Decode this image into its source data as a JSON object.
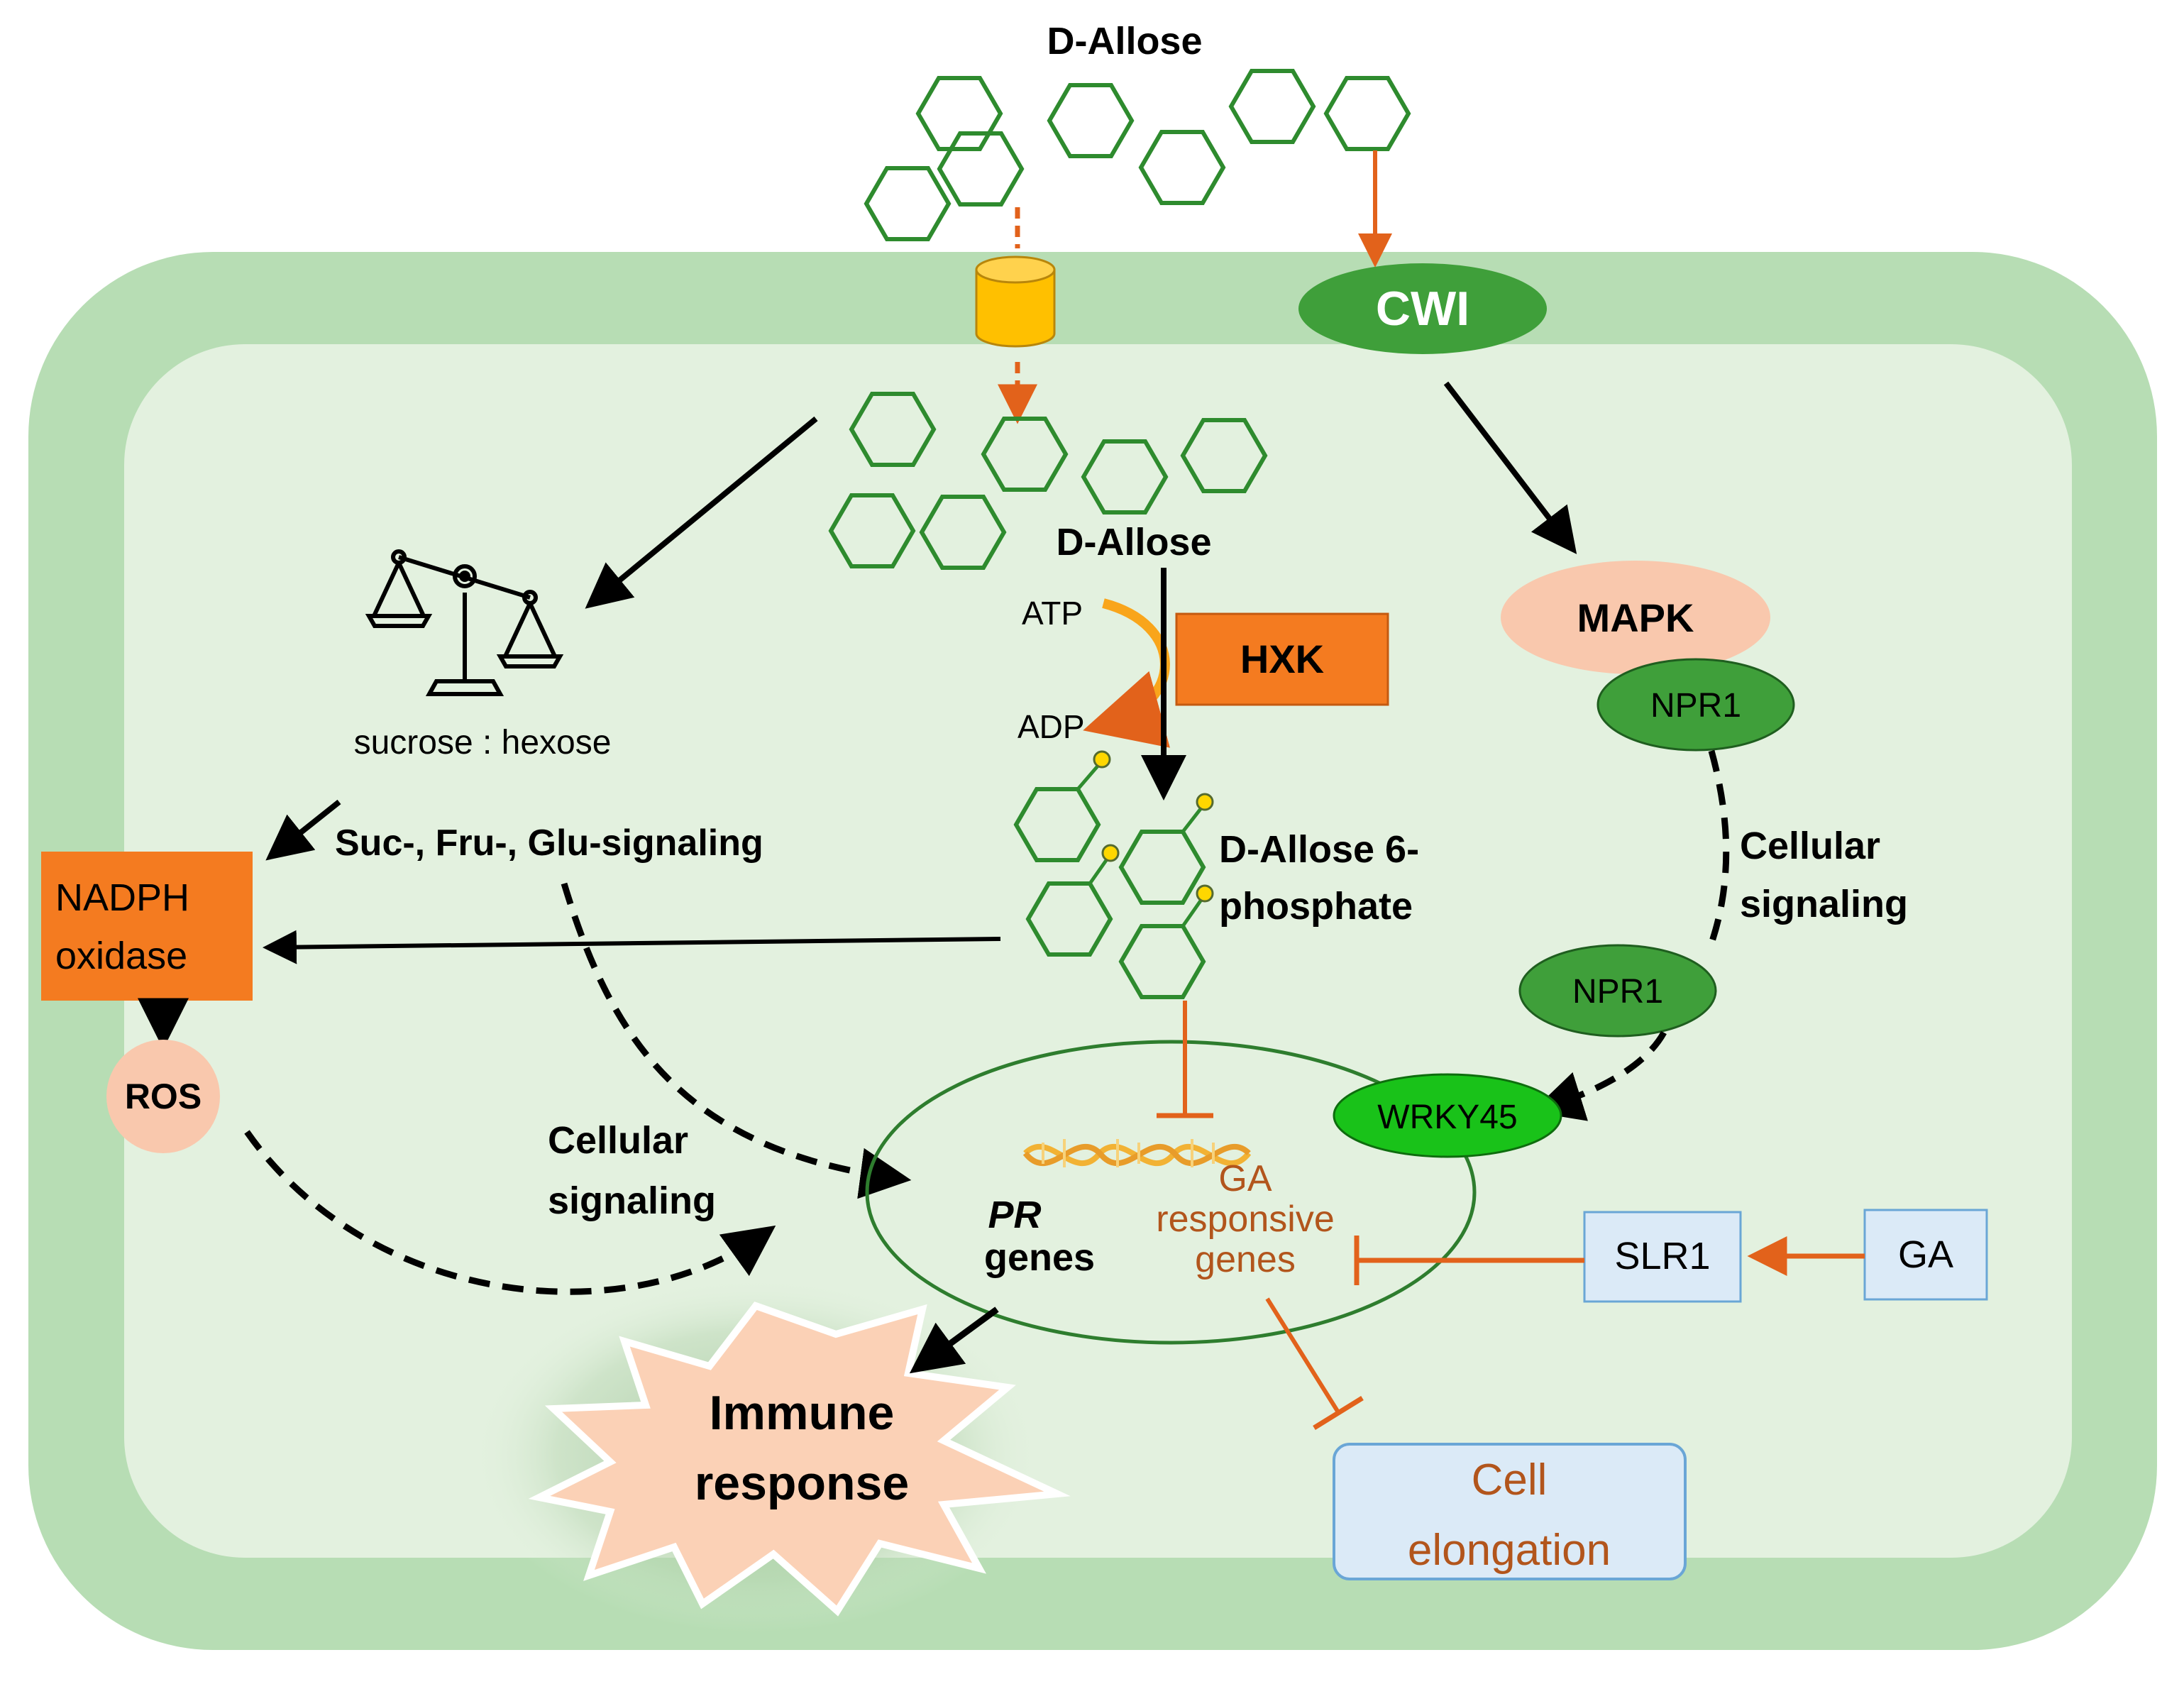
{
  "labels": {
    "d_allose_top": "D-Allose",
    "cwi": "CWI",
    "d_allose_inner": "D-Allose",
    "atp": "ATP",
    "adp": "ADP",
    "hxk": "HXK",
    "mapk": "MAPK",
    "npr1_top": "NPR1",
    "npr1_bottom": "NPR1",
    "cellular_signaling_right_1": "Cellular",
    "cellular_signaling_right_2": "signaling",
    "sucrose_hexose": "sucrose : hexose",
    "sugar_signaling": "Suc-, Fru-, Glu-signaling",
    "d_allose_6p_1": "D-Allose 6-",
    "d_allose_6p_2": "phosphate",
    "nadph_1": "NADPH",
    "nadph_2": "oxidase",
    "ros": "ROS",
    "cellular_signaling_left_1": "Cellular",
    "cellular_signaling_left_2": "signaling",
    "wrky45": "WRKY45",
    "pr_1": "PR",
    "pr_2": "genes",
    "ga_resp_1": "GA",
    "ga_resp_2": "responsive",
    "ga_resp_3": "genes",
    "slr1": "SLR1",
    "ga": "GA",
    "immune_1": "Immune",
    "immune_2": "response",
    "cell_elong_1": "Cell",
    "cell_elong_2": "elongation"
  },
  "colors": {
    "cell_wall": "#b7ddb4",
    "cytoplasm": "#e3f1df",
    "sugar_ring": "#2e8b2e",
    "orange": "#f47b20",
    "arrow_orange": "#e2621b",
    "transporter": "#ffc000",
    "cwi_green": "#3f9f3a",
    "mapk_pink": "#f9c8ad",
    "npr1_green": "#3f9f3a",
    "wrky_green": "#19c219",
    "light_blue_box": "#dbeaf7",
    "brown_text": "#b2551c"
  }
}
